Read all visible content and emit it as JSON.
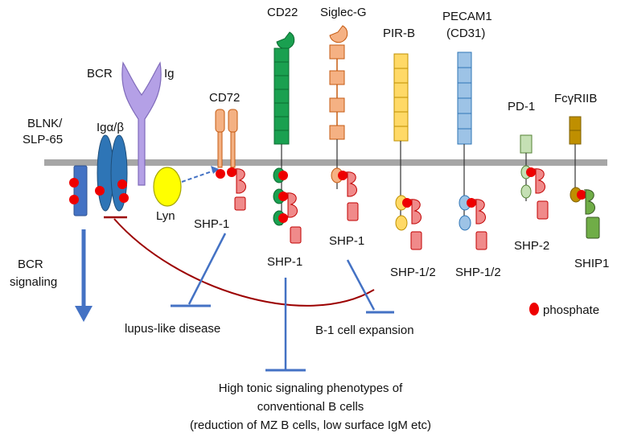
{
  "labels": {
    "cd22": "CD22",
    "siglec_g": "Siglec-G",
    "pecam1_line1": "PECAM1",
    "pecam1_line2": "(CD31)",
    "pirb": "PIR-B",
    "bcr": "BCR",
    "ig": "Ig",
    "cd72": "CD72",
    "pd1": "PD-1",
    "fcgr2b": "FcγRIIB",
    "blnk_line1": "BLNK/",
    "blnk_line2": "SLP-65",
    "iga_b": "Igα/β",
    "lyn": "Lyn",
    "shp1_cd72": "SHP-1",
    "shp1_cd22": "SHP-1",
    "shp1_siglec": "SHP-1",
    "shp12_pirb": "SHP-1/2",
    "shp12_pecam": "SHP-1/2",
    "shp2": "SHP-2",
    "ship1": "SHIP1",
    "bcr_signaling_line1": "BCR",
    "bcr_signaling_line2": "signaling",
    "phosphate": "phosphate",
    "lupus": "lupus-like disease",
    "b1": "B-1 cell expansion",
    "high_tonic_line1": "High tonic signaling phenotypes of",
    "high_tonic_line2": "conventional B cells",
    "high_tonic_line3": "(reduction of MZ B cells, low surface IgM etc)"
  },
  "colors": {
    "membrane": "#a6a6a6",
    "phosphate": "#ee0000",
    "shp": "#f08a8a",
    "shp_stroke": "#c00000",
    "arrow_blue": "#4472c4",
    "inhibit_red": "#9c0000",
    "cd22": "#1aa050",
    "siglec_g": "#f5b183",
    "pirb": "#ffd966",
    "pecam1": "#9dc3e6",
    "ig": "#b4a0e6",
    "iga_b": "#2e75b6",
    "blnk": "#4472c4",
    "lyn": "#ffff00",
    "cd72": "#f4b183",
    "pd1": "#c5e0b4",
    "fcgr2b": "#bf8f00",
    "ship1": "#70ad47"
  }
}
